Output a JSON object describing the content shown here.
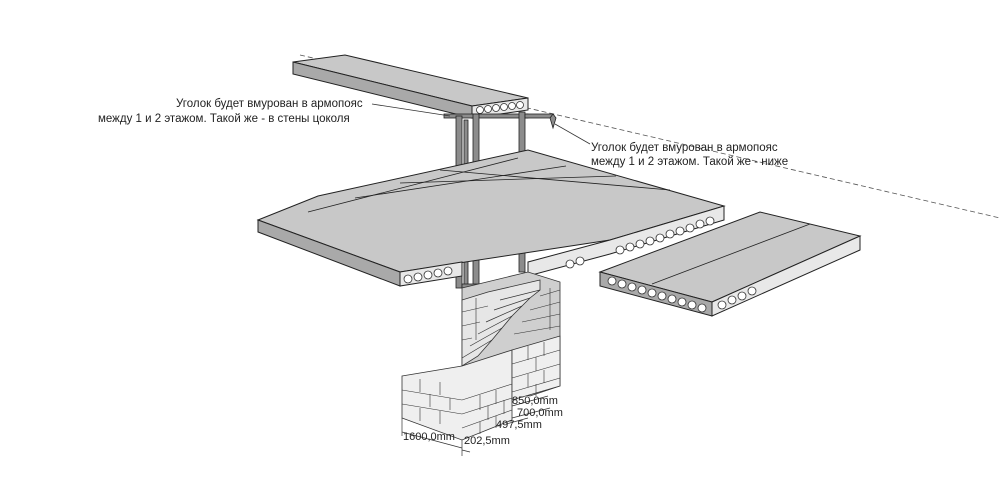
{
  "annotations": {
    "note_left_line1": "Уголок будет вмурован в армопояс",
    "note_left_line2": "между 1 и 2 этажом. Такой же - в стены цоколя",
    "note_right_line1": "Уголок будет вмурован в армопояс",
    "note_right_line2": "между 1 и 2 этажом. Такой же - ниже"
  },
  "dimensions": {
    "d1": "850,0mm",
    "d2": "700,0mm",
    "d3": "497,5mm",
    "d4": "1600,0mm",
    "d5": "202,5mm"
  }
}
